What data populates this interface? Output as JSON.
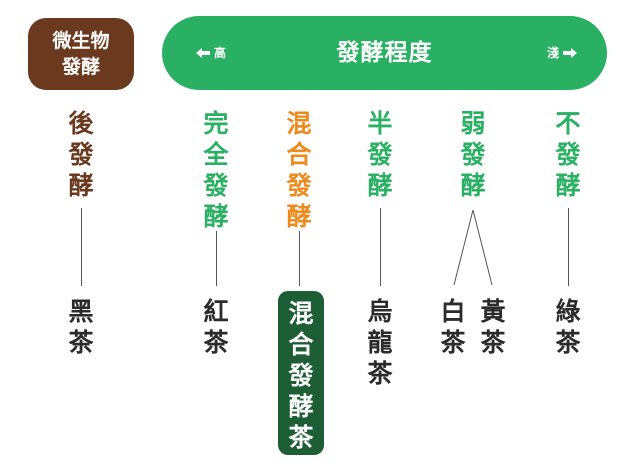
{
  "micro_box": {
    "label": "微生物發酵",
    "color": "#6b3a1e"
  },
  "scale_bar": {
    "title": "發酵程度",
    "left_label": "高",
    "right_label": "淺",
    "color": "#2ab062"
  },
  "colors": {
    "brown": "#6b3a1e",
    "green": "#2ab062",
    "orange": "#ee8a1c",
    "dark_green": "#1e5e35",
    "text": "#2b2b2b"
  },
  "categories": [
    {
      "label": "後發酵",
      "color": "#6b3a1e"
    },
    {
      "label": "完全發酵",
      "color": "#2ab062"
    },
    {
      "label": "混合發酵",
      "color": "#ee8a1c"
    },
    {
      "label": "半發酵",
      "color": "#2ab062"
    },
    {
      "label": "弱發酵",
      "color": "#2ab062"
    },
    {
      "label": "不發酵",
      "color": "#2ab062"
    }
  ],
  "teas": [
    {
      "label": "黑茶"
    },
    {
      "label": "紅茶"
    },
    {
      "label": "混合發酵茶",
      "highlight": true
    },
    {
      "label": "烏龍茶"
    },
    {
      "label": "白茶"
    },
    {
      "label": "黃茶"
    },
    {
      "label": "綠茶"
    }
  ]
}
